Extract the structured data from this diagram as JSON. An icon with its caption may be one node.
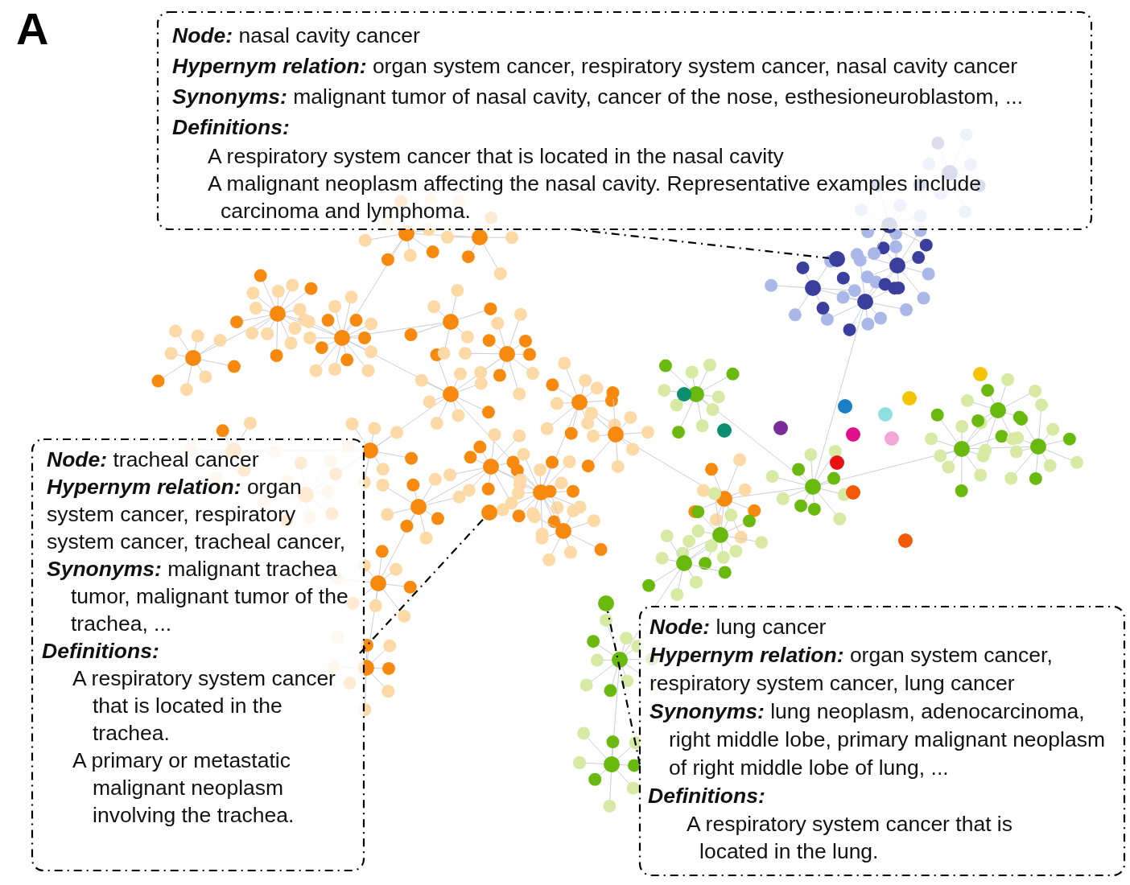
{
  "diagram": {
    "nodes": [
      {
        "text": [
          "**Node:** nasal cavity cancer",
          "**Hypernym relation:** organ system cancer, respiratory system cancer, nasal cavity cancer",
          "**Synonyms:** malignant tumor of nasal cavity, cancer of the nose, esthesioneuroblastom, ...",
          "Definitions:",
          "A respiratory system cancer that is located in the nasal cavity",
          "A malignant neoplasm affecting the nasal cavity. Representative examples include carcinoma and lymphoma."
        ]
      },
      {
        "text": [
          "**Node:** tracheal cancer",
          "**Hypernym relation:** organ system cancer, respiratory system cancer, tracheal cancer,",
          "**Synonyms:** malignant trachea tumor, malignant tumor of the trachea, ...",
          "Definitions:",
          "A respiratory system cancer that is located in the trachea.",
          "A primary or metastatic malignant neoplasm involving the trachea."
        ]
      },
      {
        "text": [
          "**Node:** lung cancer",
          "**Hypernym relation:** organ system cancer, respiratory system cancer, lung cancer",
          "**Synonyms:** lung neoplasm, adenocarcinoma, right middle lobe, primary malignant neoplasm of right middle lobe of lung, ...",
          "Definitions:",
          "A respiratory system cancer that is located in the lung."
        ]
      },
      {
        "text": [],
        "shape": "circle"
      },
      {
        "text": [],
        "shape": "circle"
      },
      {
        "text": [],
        "shape": "circle"
      }
    ],
    "edges": [
      {
        "from": 0,
        "to": 3,
        "arrow": "none"
      },
      {
        "from": 1,
        "to": 4,
        "arrow": "none"
      },
      {
        "from": 2,
        "to": 5,
        "arrow": "none"
      }
    ],
    "labels": [
      "A"
    ]
  }
}
